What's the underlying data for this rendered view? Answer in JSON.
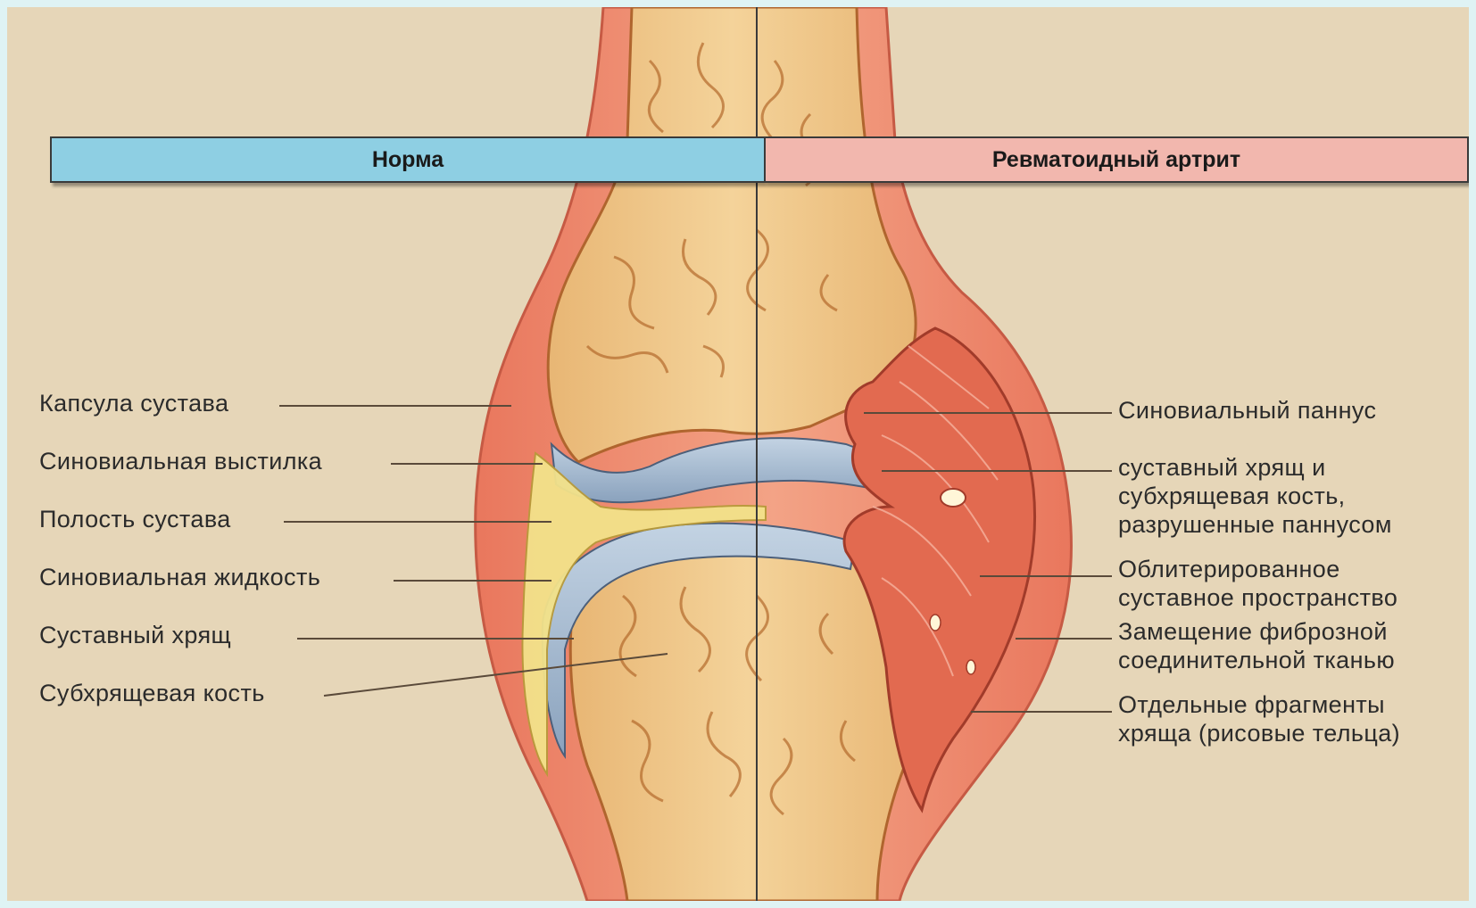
{
  "headers": {
    "normal": "Норма",
    "ra": "Ревматоидный артрит"
  },
  "labels_left": {
    "capsule": "Капсула сустава",
    "synovial_lining": "Синовиальная выстилка",
    "joint_cavity": "Полость сустава",
    "synovial_fluid": "Синовиальная жидкость",
    "cartilage": "Суставный хрящ",
    "subchondral_bone": "Субхрящевая кость"
  },
  "labels_right": {
    "pannus": "Синовиальный паннус",
    "destroyed_line1": "суставный хрящ и",
    "destroyed_line2": "субхрящевая кость,",
    "destroyed_line3": "разрушенные паннусом",
    "obliterated_line1": "Облитерированное",
    "obliterated_line2": "суставное пространство",
    "fibrous_line1": "Замещение фиброзной",
    "fibrous_line2": "соединительной тканью",
    "fragments_line1": "Отдельные фрагменты",
    "fragments_line2": "хряща (рисовые тельца)"
  },
  "colors": {
    "background": "#e6d6b8",
    "normal_header": "#8ecfe3",
    "ra_header": "#f2b7ae",
    "bone": "#eec98a",
    "capsule": "#ee9878",
    "cartilage": "#a9bfd6",
    "pannus": "#e0684f"
  }
}
